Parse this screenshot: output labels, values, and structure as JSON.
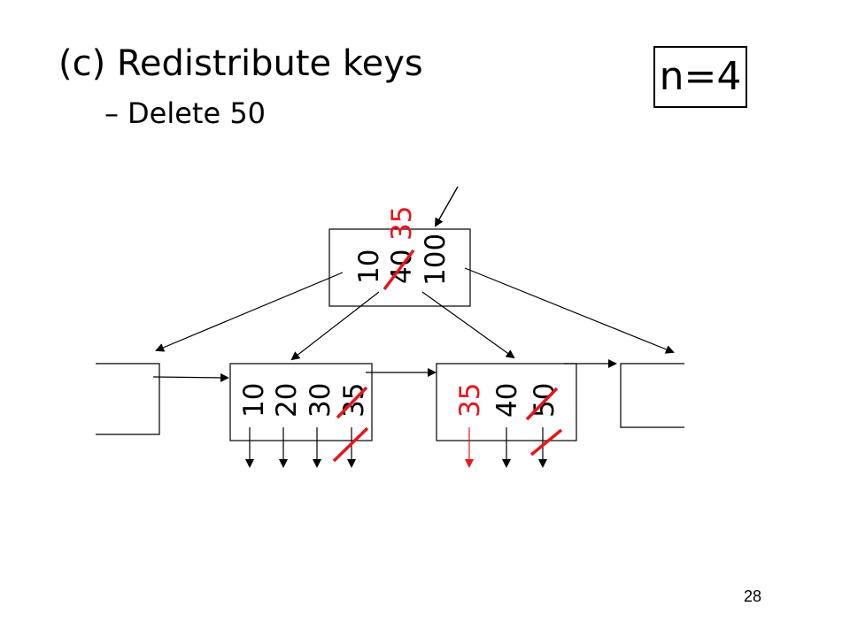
{
  "slide": {
    "title": "(c) Redistribute keys",
    "bullet_dash": "–",
    "bullet_text": "Delete 50",
    "n_label": "n=4",
    "page_number": "28"
  },
  "tree": {
    "root_keys": [
      "10",
      "40",
      "35",
      "100"
    ],
    "left_leaf_keys": [
      "10",
      "20",
      "30",
      "35"
    ],
    "right_leaf_keys": [
      "35",
      "40",
      "50"
    ],
    "deleted_keys": [
      "root 40",
      "left leaf 35",
      "right leaf 50"
    ],
    "new_keys": [
      "root 35",
      "right leaf 35"
    ]
  },
  "colors": {
    "text": "#000000",
    "highlight": "#e8141c",
    "strike": "#e8141c"
  }
}
